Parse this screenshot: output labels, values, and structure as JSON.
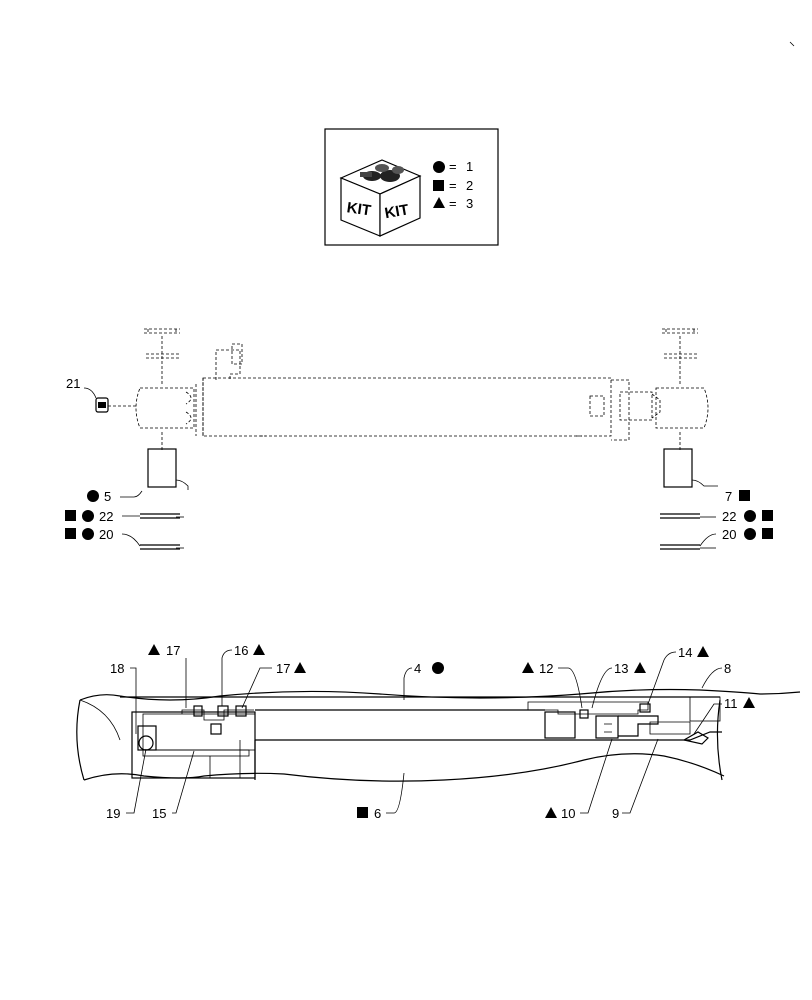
{
  "legend": {
    "kit_word": "KIT",
    "entries": [
      {
        "symbol": "circle",
        "value": "1"
      },
      {
        "symbol": "square",
        "value": "2"
      },
      {
        "symbol": "triangle",
        "value": "3"
      }
    ]
  },
  "callouts": {
    "c21": "21",
    "c5": "5",
    "c22l": "22",
    "c20l": "20",
    "c7": "7",
    "c22r": "22",
    "c20r": "20",
    "c17a": "17",
    "c16": "16",
    "c17b": "17",
    "c18": "18",
    "c4": "4",
    "c12": "12",
    "c13": "13",
    "c14": "14",
    "c8": "8",
    "c11": "11",
    "c19": "19",
    "c15": "15",
    "c6": "6",
    "c10": "10",
    "c9": "9"
  }
}
